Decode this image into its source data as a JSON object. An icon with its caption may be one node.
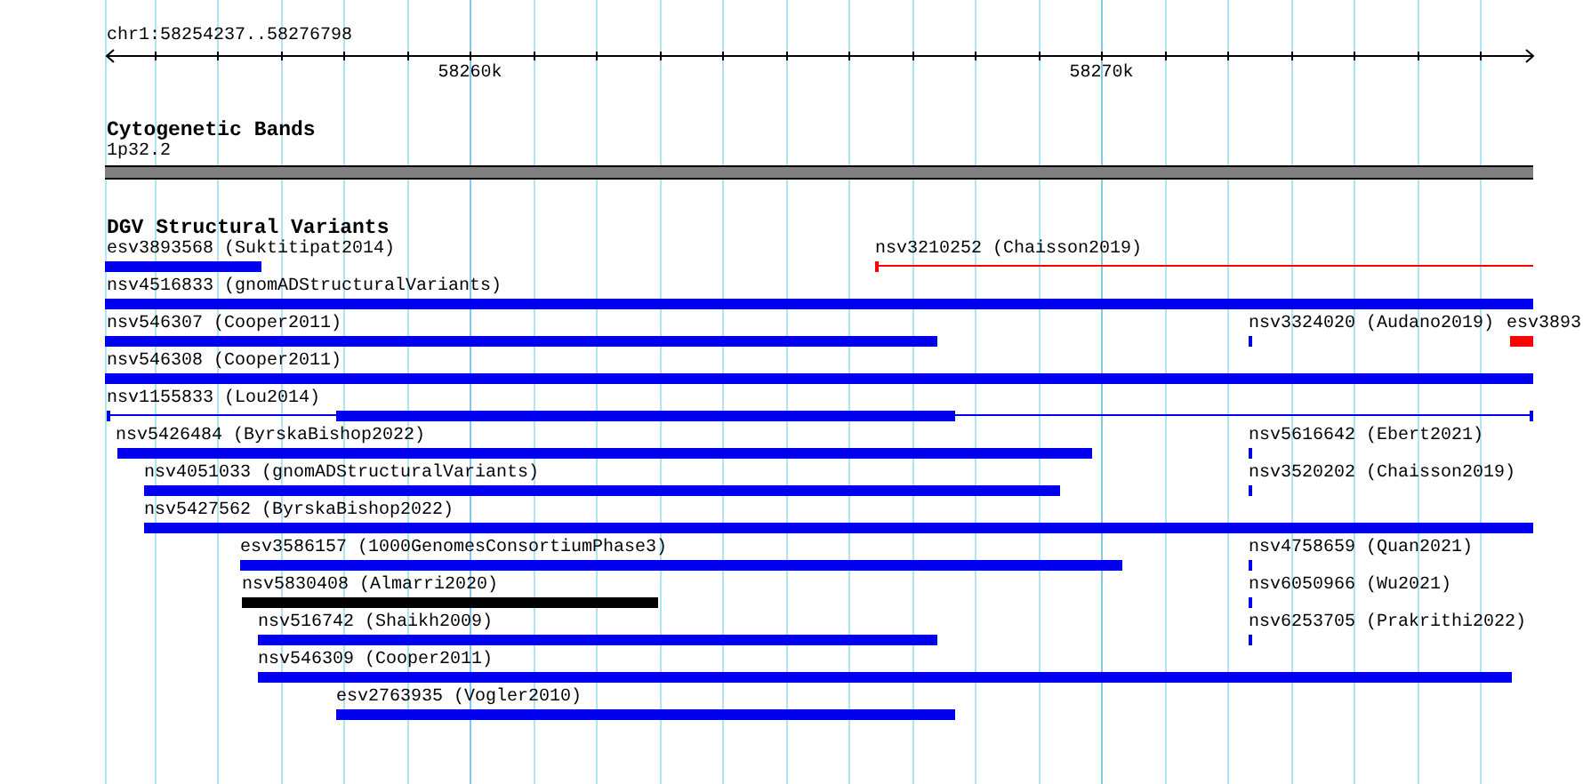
{
  "diagram": {
    "nodes": [
      {
        "text": [
          "1p32.2"
        ]
      },
      {
        "text": [
          "esv3893568 (Suktitipat2014)"
        ]
      },
      {
        "text": [
          "nsv3210252 (Chaisson2019)"
        ]
      },
      {
        "text": [
          "nsv4516833 (gnomADStructuralVariants)"
        ]
      },
      {
        "text": [
          "nsv546307 (Cooper2011)"
        ]
      },
      {
        "text": [
          "nsv3324020 (Audano2019)"
        ]
      },
      {
        "text": [
          "esv3893"
        ]
      },
      {
        "text": [
          "nsv546308 (Cooper2011)"
        ]
      },
      {
        "text": [
          "nsv1155833 (Lou2014)"
        ]
      },
      {
        "text": [
          "nsv5426484 (ByrskaBishop2022)"
        ]
      },
      {
        "text": [
          "nsv5616642 (Ebert2021)"
        ]
      },
      {
        "text": [
          "nsv4051033 (gnomADStructuralVariants)"
        ]
      },
      {
        "text": [
          "nsv3520202 (Chaisson2019)"
        ]
      },
      {
        "text": [
          "nsv5427562 (ByrskaBishop2022)"
        ]
      },
      {
        "text": [
          "esv3586157 (1000GenomesConsortiumPhase3)"
        ]
      },
      {
        "text": [
          "nsv4758659 (Quan2021)"
        ]
      },
      {
        "text": [
          "nsv5830408 (Almarri2020)"
        ]
      },
      {
        "text": [
          "nsv6050966 (Wu2021)"
        ]
      },
      {
        "text": [
          "nsv516742 (Shaikh2009)"
        ]
      },
      {
        "text": [
          "nsv6253705 (Prakrithi2022)"
        ]
      },
      {
        "text": [
          "nsv546309 (Cooper2011)"
        ]
      },
      {
        "text": [
          "esv2763935 (Vogler2010)"
        ]
      }
    ],
    "labels": [
      "chr1:58254237..58276798",
      "58260k",
      "58270k",
      "Cytogenetic Bands",
      "DGV Structural Variants"
    ]
  }
}
